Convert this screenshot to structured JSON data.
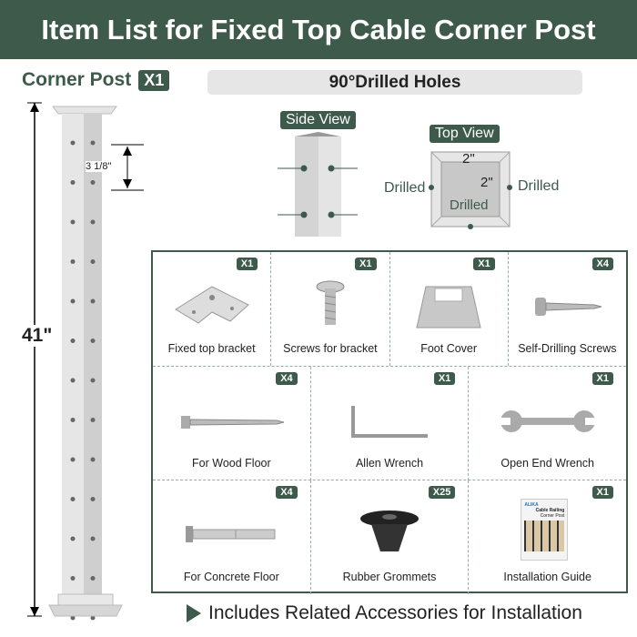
{
  "header": {
    "title": "Item List for Fixed Top Cable Corner Post"
  },
  "post": {
    "title": "Corner Post",
    "qty": "X1",
    "height": "41\"",
    "spacing": "3 1/8\""
  },
  "holes": {
    "title": "90°Drilled Holes",
    "side_view": "Side View",
    "top_view": "Top View",
    "drilled": "Drilled",
    "dim": "2\""
  },
  "items": [
    {
      "name": "Fixed top bracket",
      "qty": "X1",
      "icon": "bracket-icon"
    },
    {
      "name": "Screws for bracket",
      "qty": "X1",
      "icon": "screw-icon"
    },
    {
      "name": "Foot Cover",
      "qty": "X1",
      "icon": "foot-cover-icon"
    },
    {
      "name": "Self-Drilling Screws",
      "qty": "X4",
      "icon": "self-drilling-screw-icon"
    },
    {
      "name": "For Wood Floor",
      "qty": "X4",
      "icon": "lag-bolt-icon"
    },
    {
      "name": "Allen Wrench",
      "qty": "X1",
      "icon": "allen-wrench-icon"
    },
    {
      "name": "Open End Wrench",
      "qty": "X1",
      "icon": "open-end-wrench-icon"
    },
    {
      "name": "For Concrete Floor",
      "qty": "X4",
      "icon": "anchor-bolt-icon"
    },
    {
      "name": "Rubber Grommets",
      "qty": "X25",
      "icon": "grommet-icon"
    },
    {
      "name": "Installation Guide",
      "qty": "X1",
      "icon": "guide-booklet-icon"
    }
  ],
  "guide": {
    "brand": "ALIKA",
    "title": "Cable Railing",
    "subtitle": "Corner Post"
  },
  "footer": {
    "text": "Includes Related Accessories for Installation"
  },
  "colors": {
    "brand": "#3d5a4b"
  }
}
